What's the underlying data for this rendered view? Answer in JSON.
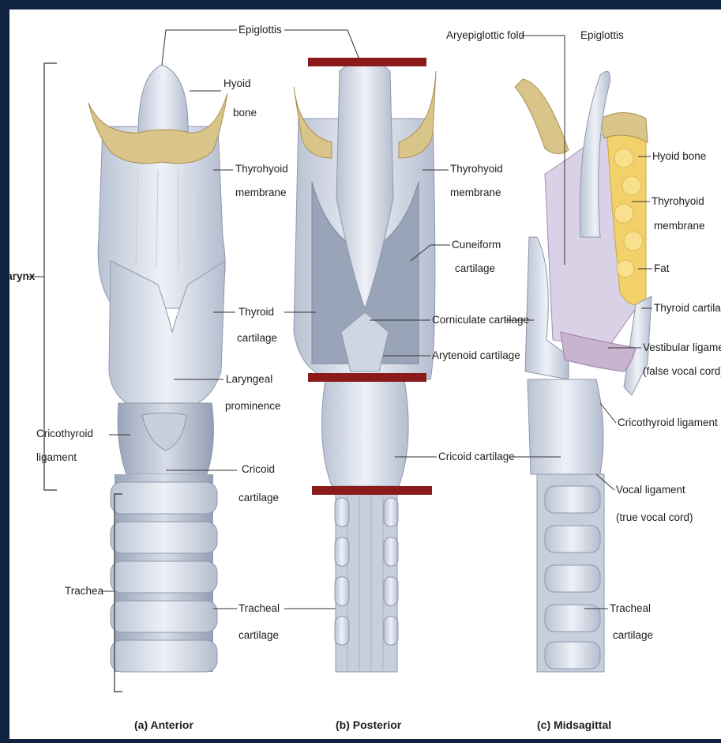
{
  "frame_color": "#0f2340",
  "panel_color": "#ffffff",
  "marker_color": "#8b1a1a",
  "cartilage_color": "#dfe5ef",
  "bone_color": "#d9c48a",
  "fat_color": "#f2d16b",
  "views": {
    "anterior": {
      "caption": "(a) Anterior",
      "labels": {
        "epiglottis": "Epiglottis",
        "hyoid_1": "Hyoid",
        "hyoid_2": "bone",
        "thyrohyoid_1": "Thyrohyoid",
        "thyrohyoid_2": "membrane",
        "thyroid_1": "Thyroid",
        "thyroid_2": "cartilage",
        "laryngeal_1": "Laryngeal",
        "laryngeal_2": "prominence",
        "cricothyroid_1": "Cricothyroid",
        "cricothyroid_2": "ligament",
        "cricoid_1": "Cricoid",
        "cricoid_2": "cartilage",
        "tracheal_1": "Tracheal",
        "tracheal_2": "cartilage",
        "larynx": "Larynx",
        "trachea": "Trachea"
      }
    },
    "posterior": {
      "caption": "(b) Posterior",
      "labels": {
        "thyrohyoid_1": "Thyrohyoid",
        "thyrohyoid_2": "membrane",
        "cuneiform_1": "Cuneiform",
        "cuneiform_2": "cartilage",
        "corniculate": "Corniculate cartilage",
        "arytenoid": "Arytenoid cartilage",
        "cricoid": "Cricoid cartilage"
      }
    },
    "midsagittal": {
      "caption": "(c) Midsagittal",
      "labels": {
        "aryepiglottic": "Aryepiglottic fold",
        "epiglottis": "Epiglottis",
        "hyoid": "Hyoid bone",
        "thyrohyoid_1": "Thyrohyoid",
        "thyrohyoid_2": "membrane",
        "fat": "Fat",
        "thyroid": "Thyroid cartilage",
        "vestibular_1": "Vestibular ligament",
        "vestibular_2": "(false vocal cord)",
        "cricothyroid": "Cricothyroid ligament",
        "vocal_1": "Vocal ligament",
        "vocal_2": "(true vocal cord)",
        "tracheal_1": "Tracheal",
        "tracheal_2": "cartilage"
      }
    }
  }
}
